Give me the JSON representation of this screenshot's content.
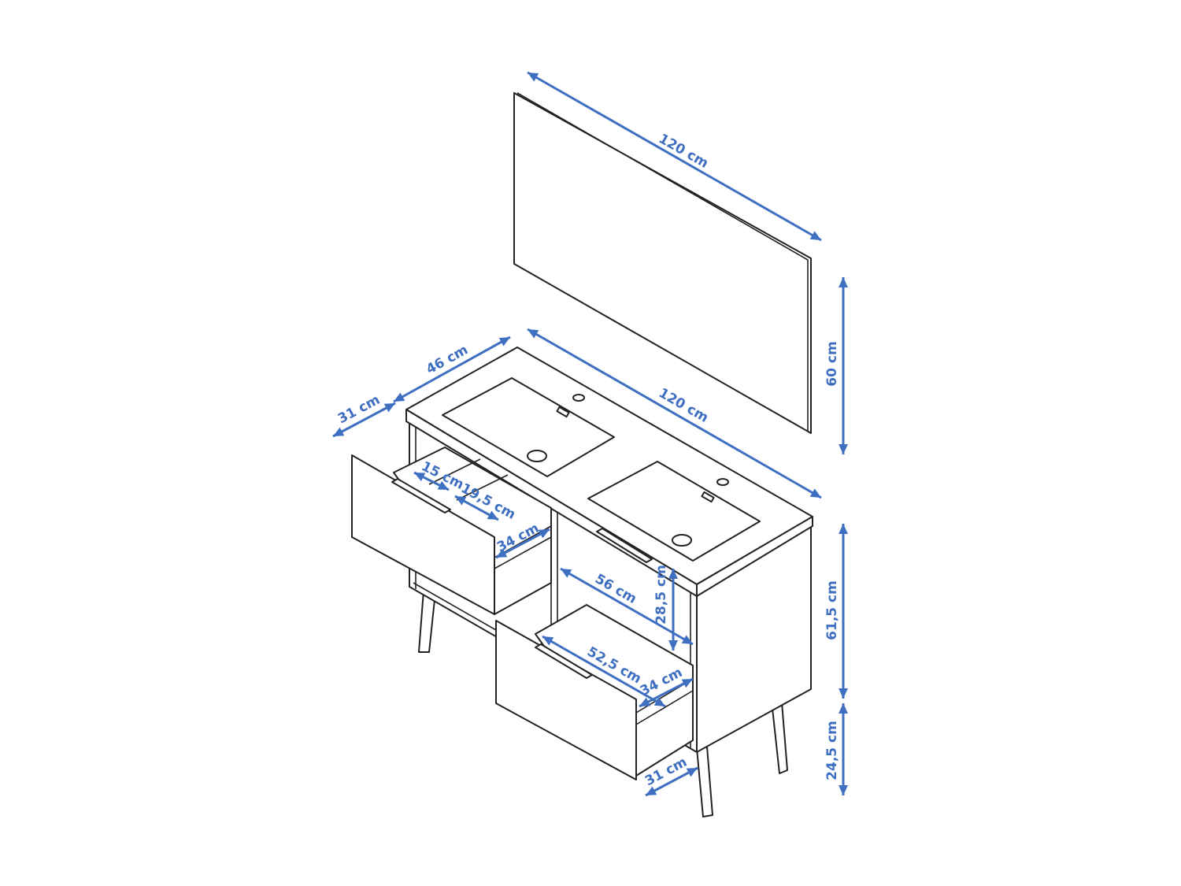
{
  "colors": {
    "dimension": "#3f6fc1",
    "outline": "#222222"
  },
  "dimensions": {
    "mirror_width": "120 cm",
    "mirror_height": "60 cm",
    "counter_width": "120 cm",
    "counter_depth": "46 cm",
    "drawer_extension_top": "31 cm",
    "cabinet_height": "61,5 cm",
    "leg_height": "24,5 cm",
    "compartment_small": "15 cm",
    "compartment_medium": "19,5 cm",
    "top_drawer_depth": "34 cm",
    "shelf_width": "56 cm",
    "shelf_height": "28,5 cm",
    "bottom_drawer_width": "52,5 cm",
    "bottom_drawer_depth": "34 cm",
    "drawer_extension_bottom": "31 cm"
  }
}
